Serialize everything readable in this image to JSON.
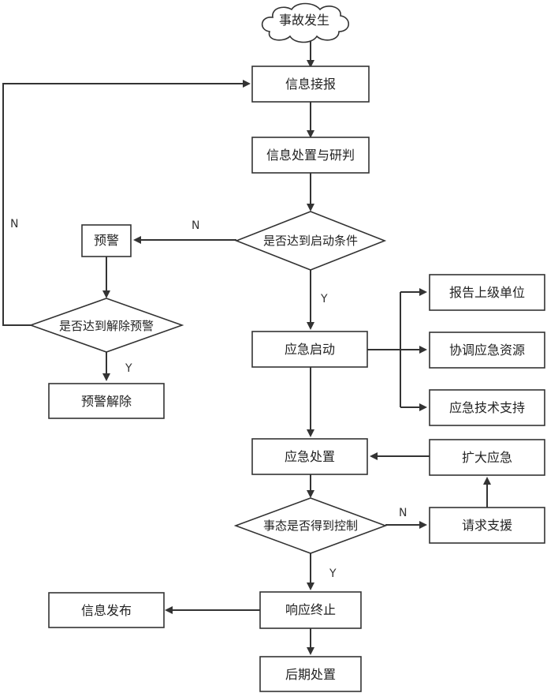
{
  "nodes": {
    "start": "事故发生",
    "report": "信息接报",
    "assess": "信息处置与研判",
    "start_condition": "是否达到启动条件",
    "warning": "预警",
    "lift_condition": "是否达到解除预警",
    "warning_lift": "预警解除",
    "response_start": "应急启动",
    "report_upper": "报告上级单位",
    "coordinate": "协调应急资源",
    "tech_support": "应急技术支持",
    "response_handle": "应急处置",
    "expand": "扩大应急",
    "control_condition": "事态是否得到控制",
    "request_support": "请求支援",
    "response_end": "响应终止",
    "info_release": "信息发布",
    "aftermath": "后期处置"
  },
  "edge_labels": {
    "no": "N",
    "yes": "Y"
  }
}
